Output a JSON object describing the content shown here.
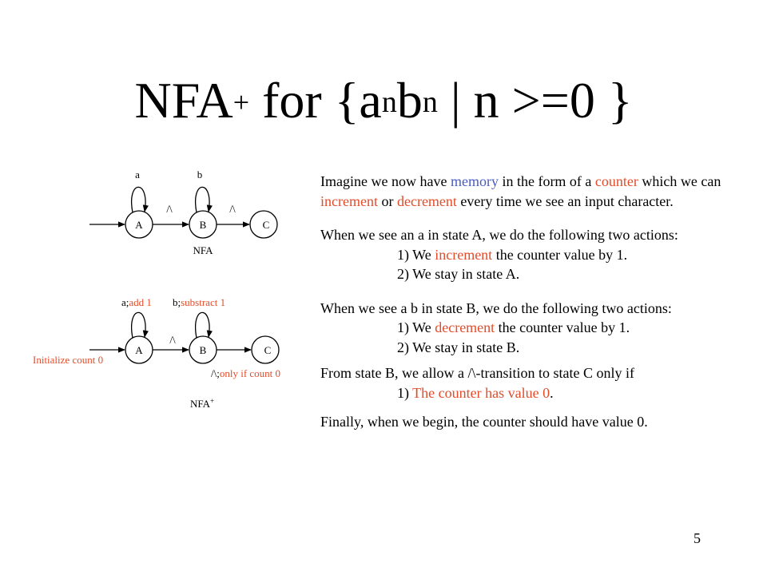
{
  "title": {
    "prefix": "NFA",
    "prefix_sup": "+",
    "mid": " for {a",
    "sup1": "n",
    "b": "b",
    "sup2": "n",
    "rest": " | n >=0 }"
  },
  "nfa": {
    "loop_a": "a",
    "loop_b": "b",
    "state_a": "A",
    "state_b": "B",
    "state_c": "C",
    "lambda_ab": "/\\",
    "lambda_bc": "/\\",
    "caption": "NFA"
  },
  "nfa_plus": {
    "loop_a_prefix": "a;",
    "loop_a_action": "add 1",
    "loop_b_prefix": "b;",
    "loop_b_action": "substract 1",
    "state_a": "A",
    "state_b": "B",
    "state_c": "C",
    "lambda_ab": "/\\",
    "init_label": "Initialize count 0",
    "lambda_bc_prefix": "/\\;",
    "lambda_bc_cond": "only if count 0",
    "caption": "NFA",
    "caption_sup": "+"
  },
  "body": {
    "p1": {
      "t1": "Imagine we now have ",
      "memory": "memory",
      "t2": " in the form of a ",
      "counter": "counter",
      "t3": " which we can ",
      "increment": "increment",
      "t4": " or ",
      "decrement": "decrement",
      "t5": " every time we see an input character."
    },
    "p2": {
      "intro": "When we see an a in state A, we do the following two actions:",
      "i1_a": "1) We ",
      "i1_red": "increment",
      "i1_b": " the counter value by 1.",
      "i2": "2) We stay in state A."
    },
    "p3": {
      "intro": "When we see a b in state B, we do the following two actions:",
      "i1_a": "1) We ",
      "i1_red": "decrement",
      "i1_b": " the counter value by 1.",
      "i2": "2) We stay in state B."
    },
    "p4": {
      "intro": "From state B, we allow a /\\-transition to state C only if",
      "i1_a": "1) ",
      "i1_red": "The counter has value 0",
      "i1_b": "."
    },
    "p5": "Finally, when we begin, the counter should have value 0."
  },
  "page_number": "5",
  "colors": {
    "accent_red": "#e34c2a",
    "accent_blue": "#4a5bc0"
  }
}
